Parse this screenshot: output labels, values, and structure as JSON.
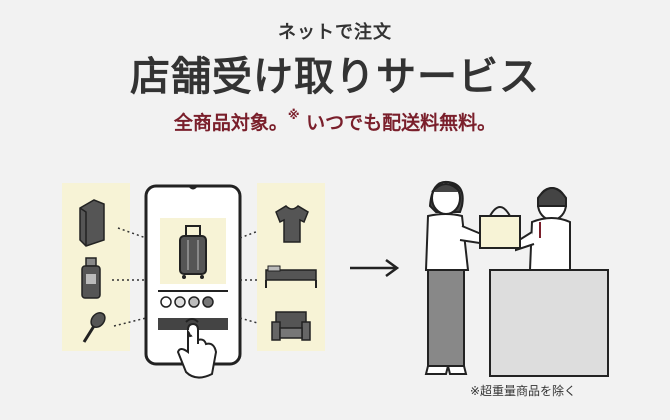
{
  "header": {
    "eyebrow": "ネットで注文",
    "title": "店舗受け取りサービス",
    "subtitle_part1": "全商品対象。",
    "subtitle_mark": "※",
    "subtitle_part2": " いつでも配送料無料。"
  },
  "footnote": "※超重量商品を除く",
  "colors": {
    "background": "#f2f2f2",
    "accent": "#7a1f2b",
    "panel": "#f7f3d6",
    "ink": "#333333"
  },
  "illustration": {
    "left_items": [
      "box-file-icon",
      "bottle-icon",
      "spoon-icon"
    ],
    "phone_items": [
      "suitcase-icon",
      "color-swatch-icon",
      "tap-hand-icon"
    ],
    "right_items": [
      "tshirt-icon",
      "bed-icon",
      "armchair-icon"
    ],
    "arrow": "arrow-right-icon",
    "scene": "store-pickup-scene"
  }
}
